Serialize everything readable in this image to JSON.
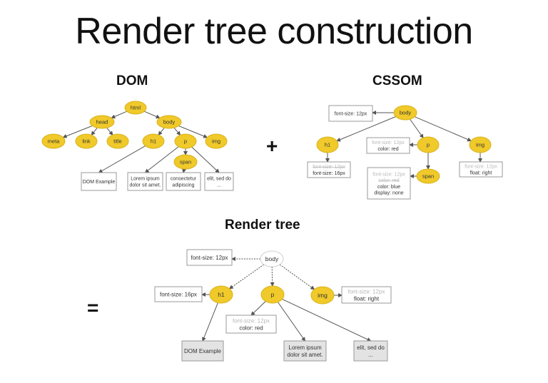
{
  "title": "Render tree construction",
  "sections": {
    "dom": "DOM",
    "cssom": "CSSOM",
    "render": "Render tree"
  },
  "operators": {
    "plus": "+",
    "equals": "="
  },
  "colors": {
    "node_fill": "#f0c92a",
    "node_stroke": "#d9b31c",
    "edge": "#555555",
    "box_stroke": "#9a9a9a",
    "box_fill_gray": "#e3e3e3",
    "faded_text": "#b8b8b8",
    "text": "#333333"
  },
  "dom_tree": {
    "nodes": [
      {
        "id": "html",
        "label": "html"
      },
      {
        "id": "head",
        "label": "head"
      },
      {
        "id": "body",
        "label": "body"
      },
      {
        "id": "meta",
        "label": "meta"
      },
      {
        "id": "link",
        "label": "link"
      },
      {
        "id": "title",
        "label": "title"
      },
      {
        "id": "h1",
        "label": "h1"
      },
      {
        "id": "p",
        "label": "p"
      },
      {
        "id": "img",
        "label": "img"
      },
      {
        "id": "span",
        "label": "span"
      }
    ],
    "text_boxes": [
      {
        "id": "t_h1",
        "lines": [
          "DOM Example"
        ]
      },
      {
        "id": "t_lorem",
        "lines": [
          "Lorem ipsum",
          "dolor sit amet."
        ]
      },
      {
        "id": "t_consectetur",
        "lines": [
          "consectetur",
          "adipiscing"
        ]
      },
      {
        "id": "t_elit",
        "lines": [
          "elit, sed do",
          "..."
        ]
      }
    ],
    "edges": [
      [
        "html",
        "head"
      ],
      [
        "html",
        "body"
      ],
      [
        "head",
        "meta"
      ],
      [
        "head",
        "link"
      ],
      [
        "head",
        "title"
      ],
      [
        "body",
        "h1"
      ],
      [
        "body",
        "p"
      ],
      [
        "body",
        "img"
      ],
      [
        "h1",
        "t_h1"
      ],
      [
        "p",
        "span"
      ],
      [
        "p",
        "t_lorem"
      ],
      [
        "span",
        "t_consectetur"
      ],
      [
        "p",
        "t_elit"
      ]
    ]
  },
  "cssom_tree": {
    "nodes": [
      {
        "id": "body",
        "label": "body"
      },
      {
        "id": "h1",
        "label": "h1"
      },
      {
        "id": "p",
        "label": "p"
      },
      {
        "id": "img",
        "label": "img"
      },
      {
        "id": "span",
        "label": "span"
      }
    ],
    "rule_boxes": [
      {
        "id": "r_body",
        "lines": [
          {
            "text": "font-size: 12px",
            "faded": false,
            "strike": false
          }
        ]
      },
      {
        "id": "r_h1",
        "lines": [
          {
            "text": "font-size: 12px",
            "faded": true,
            "strike": true
          },
          {
            "text": "font-size: 16px",
            "faded": false,
            "strike": false
          }
        ]
      },
      {
        "id": "r_p",
        "lines": [
          {
            "text": "font-size: 12px",
            "faded": true,
            "strike": false
          },
          {
            "text": "color: red",
            "faded": false,
            "strike": false
          }
        ]
      },
      {
        "id": "r_span",
        "lines": [
          {
            "text": "font-size: 12px",
            "faded": true,
            "strike": false
          },
          {
            "text": "color: red",
            "faded": true,
            "strike": true
          },
          {
            "text": "color: blue",
            "faded": false,
            "strike": false
          },
          {
            "text": "display: none",
            "faded": false,
            "strike": false
          }
        ]
      },
      {
        "id": "r_img",
        "lines": [
          {
            "text": "font-size: 12px",
            "faded": true,
            "strike": false
          },
          {
            "text": "float: right",
            "faded": false,
            "strike": false
          }
        ]
      }
    ],
    "edges": [
      [
        "body",
        "h1"
      ],
      [
        "body",
        "p"
      ],
      [
        "body",
        "img"
      ],
      [
        "p",
        "span"
      ]
    ]
  },
  "render_tree": {
    "nodes": [
      {
        "id": "body",
        "label": "body",
        "style": "outline"
      },
      {
        "id": "h1",
        "label": "h1",
        "style": "filled"
      },
      {
        "id": "p",
        "label": "p",
        "style": "filled"
      },
      {
        "id": "img",
        "label": "img",
        "style": "filled"
      }
    ],
    "rule_boxes": [
      {
        "id": "r_body",
        "lines": [
          {
            "text": "font-size: 12px",
            "faded": false
          }
        ]
      },
      {
        "id": "r_h1",
        "lines": [
          {
            "text": "font-size: 16px",
            "faded": false
          }
        ]
      },
      {
        "id": "r_p",
        "lines": [
          {
            "text": "font-size: 12px",
            "faded": true
          },
          {
            "text": "color: red",
            "faded": false
          }
        ]
      },
      {
        "id": "r_img",
        "lines": [
          {
            "text": "font-size: 12px",
            "faded": true
          },
          {
            "text": "float: right",
            "faded": false
          }
        ]
      }
    ],
    "text_boxes": [
      {
        "id": "t_h1",
        "lines": [
          "DOM Example"
        ]
      },
      {
        "id": "t_lorem",
        "lines": [
          "Lorem ipsum",
          "dolor sit amet."
        ]
      },
      {
        "id": "t_elit",
        "lines": [
          "elit, sed do",
          "..."
        ]
      }
    ]
  }
}
